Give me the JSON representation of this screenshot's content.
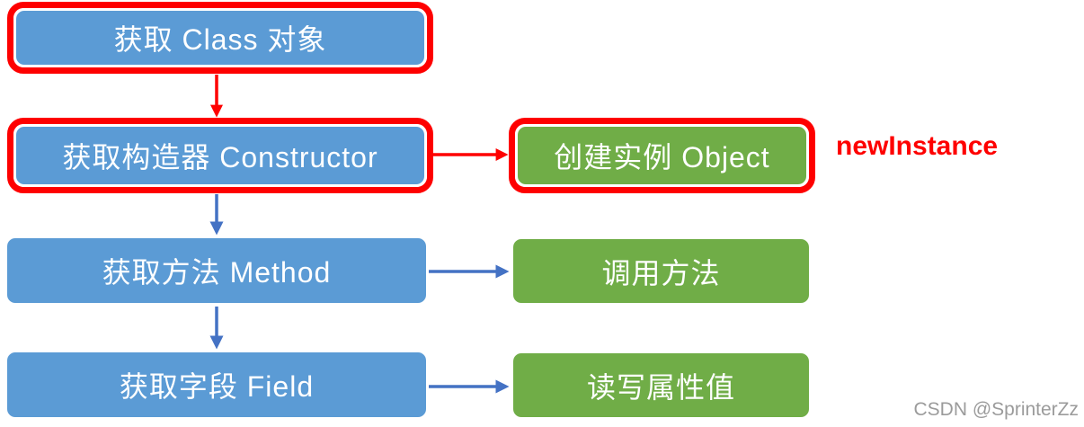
{
  "diagram": {
    "type": "flowchart",
    "nodes": [
      {
        "id": "get-class",
        "label": "获取 Class 对象",
        "fill": "blue",
        "highlighted": true
      },
      {
        "id": "get-constructor",
        "label": "获取构造器 Constructor",
        "fill": "blue",
        "highlighted": true
      },
      {
        "id": "create-instance",
        "label": "创建实例 Object",
        "fill": "green",
        "highlighted": true
      },
      {
        "id": "get-method",
        "label": "获取方法 Method",
        "fill": "blue",
        "highlighted": false
      },
      {
        "id": "invoke-method",
        "label": "调用方法",
        "fill": "green",
        "highlighted": false
      },
      {
        "id": "get-field",
        "label": "获取字段 Field",
        "fill": "blue",
        "highlighted": false
      },
      {
        "id": "rw-value",
        "label": "读写属性值",
        "fill": "green",
        "highlighted": false
      }
    ],
    "edges": [
      {
        "from": "get-class",
        "to": "get-constructor",
        "color": "red"
      },
      {
        "from": "get-constructor",
        "to": "create-instance",
        "color": "red"
      },
      {
        "from": "get-constructor",
        "to": "get-method",
        "color": "blue"
      },
      {
        "from": "get-method",
        "to": "invoke-method",
        "color": "blue"
      },
      {
        "from": "get-method",
        "to": "get-field",
        "color": "blue"
      },
      {
        "from": "get-field",
        "to": "rw-value",
        "color": "blue"
      }
    ],
    "annotation": "newInstance",
    "colors": {
      "node_blue": "#5b9bd5",
      "node_green": "#70ad47",
      "highlight_red": "#fe0000",
      "arrow_blue": "#4472c4",
      "node_text": "#ffffff"
    }
  },
  "watermark": {
    "text": "CSDN @SprinterZz"
  }
}
